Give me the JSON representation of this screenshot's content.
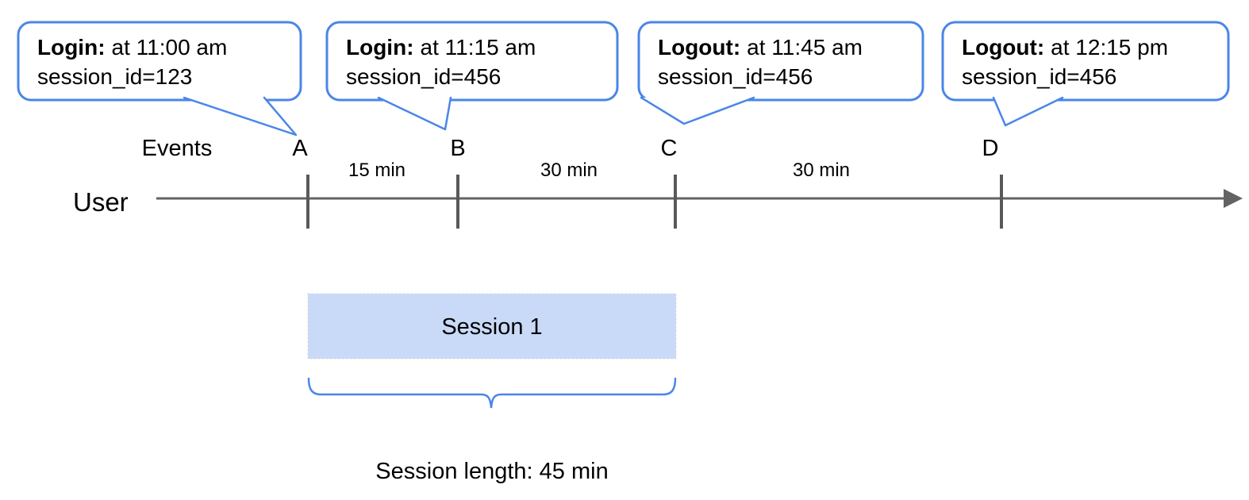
{
  "diagram": {
    "events_axis_label": "Events",
    "user_label": "User",
    "events": [
      {
        "id": "A",
        "title": "Login:",
        "time": "at 11:00 am",
        "session": "session_id=123"
      },
      {
        "id": "B",
        "title": "Login:",
        "time": "at 11:15 am",
        "session": "session_id=456"
      },
      {
        "id": "C",
        "title": "Logout:",
        "time": "at 11:45 am",
        "session": "session_id=456"
      },
      {
        "id": "D",
        "title": "Logout:",
        "time": "at 12:15 pm",
        "session": "session_id=456"
      }
    ],
    "intervals": [
      "15 min",
      "30 min",
      "30 min"
    ],
    "session_box_label": "Session 1",
    "session_length_label": "Session length: 45 min",
    "colors": {
      "callout_border": "#4a86e8",
      "session_fill": "#c9daf8",
      "axis": "#636363",
      "tick": "#595959"
    }
  }
}
